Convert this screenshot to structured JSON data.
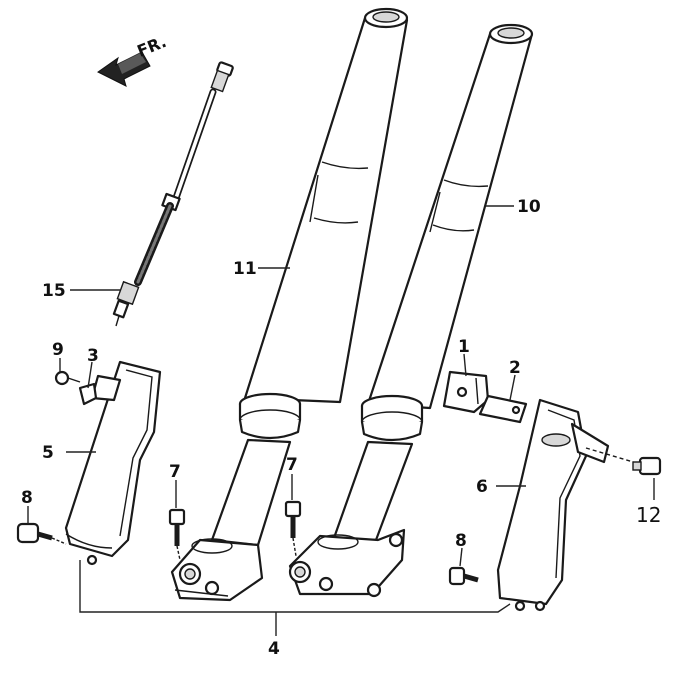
{
  "direction_label": "FR.",
  "callouts": [
    {
      "id": "c1",
      "text": "1"
    },
    {
      "id": "c2",
      "text": "2"
    },
    {
      "id": "c3",
      "text": "3"
    },
    {
      "id": "c4",
      "text": "4"
    },
    {
      "id": "c5",
      "text": "5"
    },
    {
      "id": "c6",
      "text": "6"
    },
    {
      "id": "c7a",
      "text": "7"
    },
    {
      "id": "c7b",
      "text": "7"
    },
    {
      "id": "c8a",
      "text": "8"
    },
    {
      "id": "c8b",
      "text": "8"
    },
    {
      "id": "c9",
      "text": "9"
    },
    {
      "id": "c10",
      "text": "10"
    },
    {
      "id": "c11",
      "text": "11"
    },
    {
      "id": "c12",
      "text": "12"
    },
    {
      "id": "c15",
      "text": "15"
    }
  ]
}
